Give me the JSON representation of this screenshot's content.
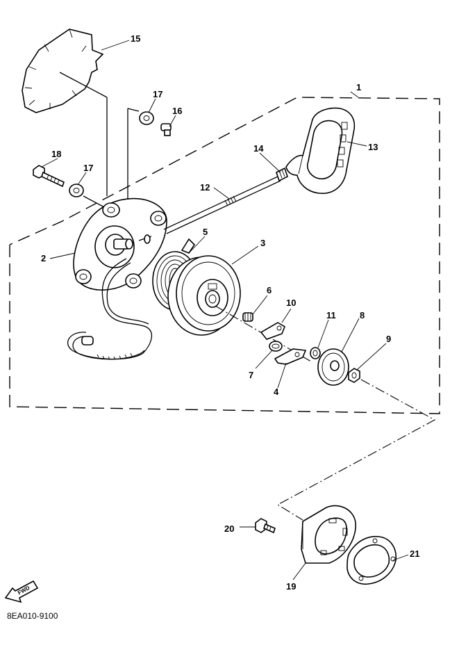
{
  "drawing_code": "8EA010-9100",
  "fwd_label": "FWD",
  "callouts": [
    {
      "id": "1",
      "text": "1"
    },
    {
      "id": "2",
      "text": "2"
    },
    {
      "id": "3",
      "text": "3"
    },
    {
      "id": "4",
      "text": "4"
    },
    {
      "id": "5",
      "text": "5"
    },
    {
      "id": "6",
      "text": "6"
    },
    {
      "id": "7",
      "text": "7"
    },
    {
      "id": "8",
      "text": "8"
    },
    {
      "id": "9",
      "text": "9"
    },
    {
      "id": "10",
      "text": "10"
    },
    {
      "id": "11",
      "text": "11"
    },
    {
      "id": "12",
      "text": "12"
    },
    {
      "id": "13",
      "text": "13"
    },
    {
      "id": "14",
      "text": "14"
    },
    {
      "id": "15",
      "text": "15"
    },
    {
      "id": "16",
      "text": "16"
    },
    {
      "id": "17a",
      "text": "17"
    },
    {
      "id": "17b",
      "text": "17"
    },
    {
      "id": "18",
      "text": "18"
    },
    {
      "id": "19",
      "text": "19"
    },
    {
      "id": "20",
      "text": "20"
    },
    {
      "id": "21",
      "text": "21"
    }
  ]
}
